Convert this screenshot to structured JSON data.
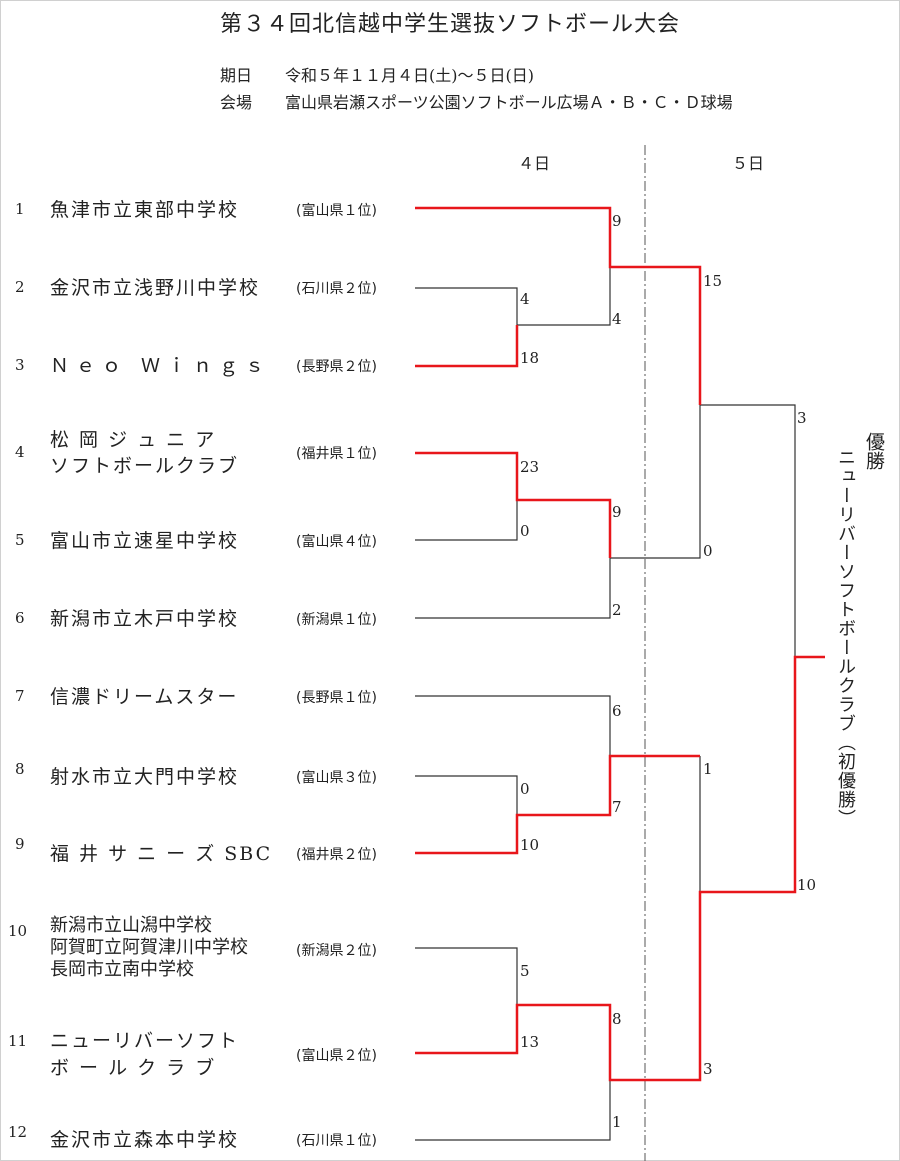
{
  "title": "第３４回北信越中学生選抜ソフトボール大会",
  "info": {
    "date_label": "期日",
    "date_value": "令和５年１１月４日(土)～５日(日)",
    "venue_label": "会場",
    "venue_value": "富山県岩瀬スポーツ公園ソフトボール広場Ａ・Ｂ・Ｃ・Ｄ球場"
  },
  "days": [
    "４日",
    "５日"
  ],
  "teams": [
    {
      "num": "1",
      "lines": [
        "魚津市立東部中学校"
      ],
      "pref": "(富山県１位)"
    },
    {
      "num": "2",
      "lines": [
        "金沢市立浅野川中学校"
      ],
      "pref": "(石川県２位)"
    },
    {
      "num": "3",
      "lines": [
        "Ｎｅｏ Ｗｉｎｇｓ"
      ],
      "pref": "(長野県２位)"
    },
    {
      "num": "4",
      "lines": [
        "松 岡 ジ ュ ニ ア",
        "ソフトボールクラブ"
      ],
      "pref": "(福井県１位)"
    },
    {
      "num": "5",
      "lines": [
        "富山市立速星中学校"
      ],
      "pref": "(富山県４位)"
    },
    {
      "num": "6",
      "lines": [
        "新潟市立木戸中学校"
      ],
      "pref": "(新潟県１位)"
    },
    {
      "num": "7",
      "lines": [
        "信濃ドリームスター"
      ],
      "pref": "(長野県１位)"
    },
    {
      "num": "8",
      "lines": [
        "射水市立大門中学校"
      ],
      "pref": "(富山県３位)"
    },
    {
      "num": "9",
      "lines": [
        "福 井 サ ニ ー ズ SBC"
      ],
      "pref": "(福井県２位)"
    },
    {
      "num": "10",
      "lines": [
        "新潟市立山潟中学校",
        "阿賀町立阿賀津川中学校",
        "長岡市立南中学校"
      ],
      "pref": "(新潟県２位)"
    },
    {
      "num": "11",
      "lines": [
        "ニューリバーソフト",
        "ボ ー ル ク ラ ブ"
      ],
      "pref": "(富山県２位)"
    },
    {
      "num": "12",
      "lines": [
        "金沢市立森本中学校"
      ],
      "pref": "(石川県１位)"
    }
  ],
  "scores": {
    "r1_t1": "9",
    "r1_t2": "4",
    "r1_t3": "18",
    "sf_a": "4",
    "r1_t4": "23",
    "r1_t5": "0",
    "sf_b": "9",
    "r1_t6": "2",
    "r1_t7": "6",
    "r1_t8": "0",
    "r1_t9": "10",
    "sf_c": "7",
    "r1_t10": "5",
    "r1_t11": "13",
    "sf_d": "8",
    "r1_t12": "1",
    "qf_top": "15",
    "qf_mid": "0",
    "qf_low_top": "1",
    "qf_low_bot": "3",
    "final_top": "3",
    "final_bot": "10"
  },
  "winner": {
    "heading": "優勝",
    "team": "ニューリバーソフトボールクラブ（初優勝）"
  },
  "colors": {
    "win_line": "#e8161b",
    "lose_line": "#333333",
    "divider": "#555555"
  }
}
